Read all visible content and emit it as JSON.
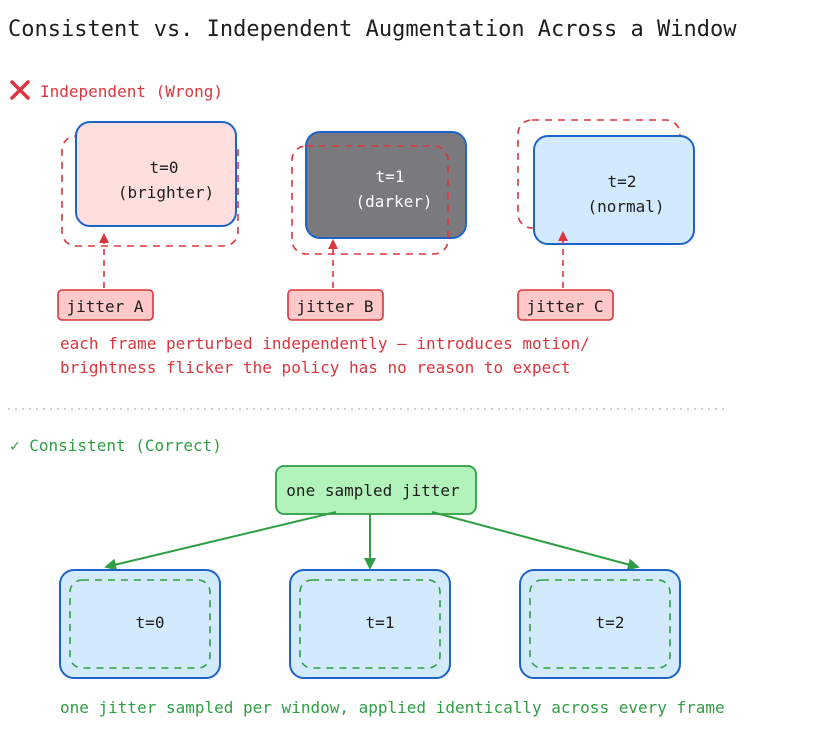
{
  "title": "Consistent vs. Independent Augmentation Across a Window",
  "independent": {
    "heading_icon": "x-mark-icon",
    "heading": "Independent (Wrong)",
    "frames": [
      {
        "t": "t=0",
        "note": "(brighter)",
        "fill": "#ffdede",
        "text_color": "#1e1e1e"
      },
      {
        "t": "t=1",
        "note": "(darker)",
        "fill": "#7a7a7e",
        "text_color": "#ffffff"
      },
      {
        "t": "t=2",
        "note": "(normal)",
        "fill": "#d3eafd",
        "text_color": "#1e1e1e"
      }
    ],
    "jitters": [
      "jitter A",
      "jitter B",
      "jitter C"
    ],
    "caption_lines": [
      "each frame perturbed independently — introduces motion/",
      "brightness flicker the policy has no reason to expect"
    ]
  },
  "consistent": {
    "heading": "✓ Consistent (Correct)",
    "jitter_label": "one sampled jitter",
    "frames": [
      "t=0",
      "t=1",
      "t=2"
    ],
    "caption": "one jitter sampled per window, applied identically across every frame"
  },
  "colors": {
    "red": "#d9363e",
    "green": "#2f9e44",
    "blue": "#1e64c8",
    "jitter_red_fill": "#ffc9c9",
    "green_fill": "#b2f2bb",
    "frame_blue_fill": "#d3eafd",
    "divider": "#bfbfbf"
  }
}
